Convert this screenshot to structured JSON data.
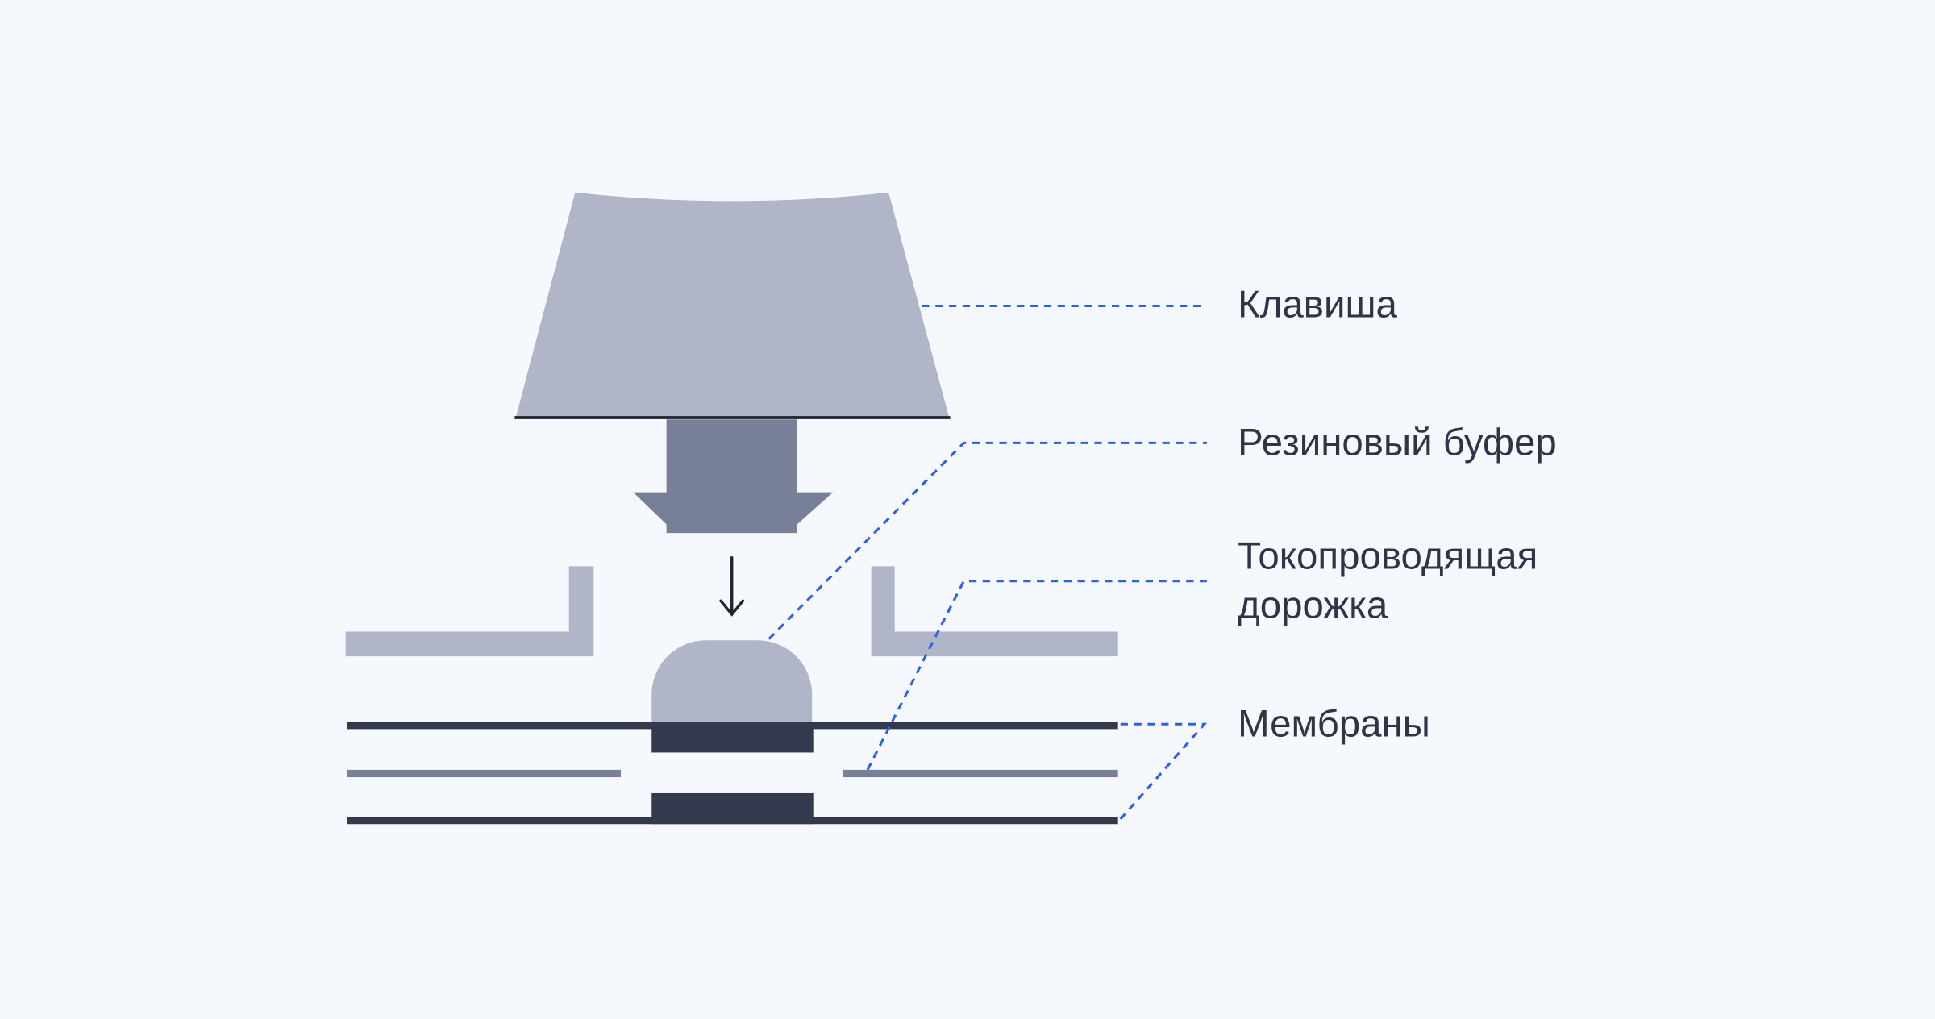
{
  "colors": {
    "background": "#f5f9fd",
    "key_cap": "#b0b5c8",
    "stem": "#787f98",
    "dark_layer": "#343a4d",
    "trace": "#787f98",
    "housing": "#b0b5c8",
    "rubber_dome": "#b0b5c8",
    "leader_line": "#2f5fe8",
    "label_text": "#2f3547",
    "arrow": "#1f2330"
  },
  "labels": {
    "key": "Клавиша",
    "rubber_buffer": "Резиновый буфер",
    "conductive_track_line1": "Токопроводящая",
    "conductive_track_line2": "дорожка",
    "membranes": "Мембраны"
  },
  "icons": {
    "press_arrow": "arrow-down-icon"
  }
}
